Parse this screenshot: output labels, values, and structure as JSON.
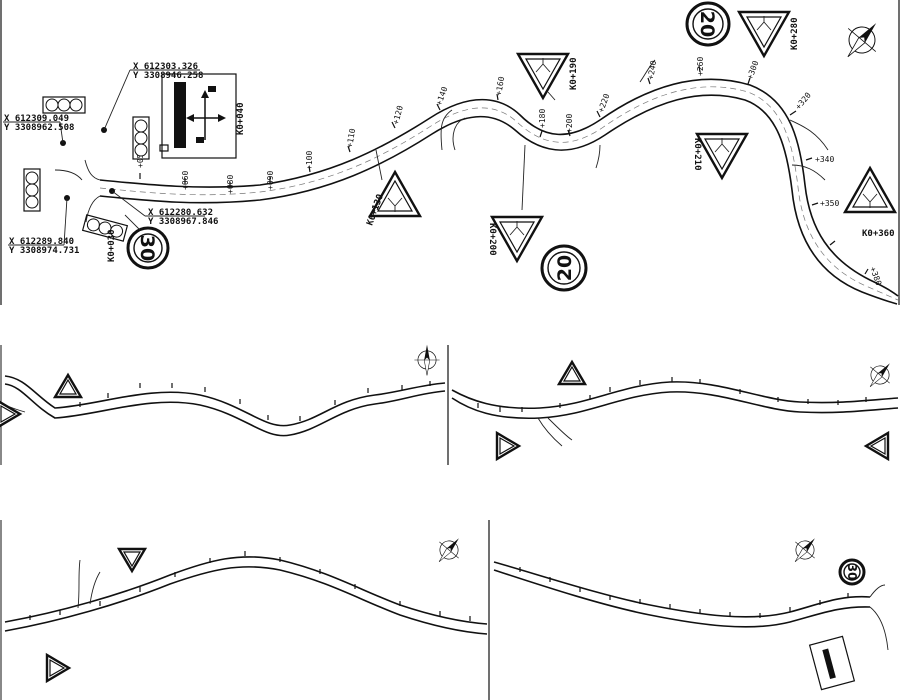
{
  "plan_main": {
    "coord_1": {
      "x": "X 612303.326",
      "y": "Y 3308946.258"
    },
    "coord_2": {
      "x": "X 612309.049",
      "y": "Y 3308962.508"
    },
    "coord_3": {
      "x": "X 612280.632",
      "y": "Y 3308967.846"
    },
    "coord_4": {
      "x": "X 612289.840",
      "y": "Y 3308974.731"
    },
    "stations": [
      "K0+040",
      "K0+030",
      "K0+130",
      "K0+190",
      "K0+280",
      "K0+210",
      "K0+200",
      "K0+360"
    ],
    "speed_limits": [
      "30",
      "20",
      "20"
    ],
    "ticks_main": [
      "+050",
      "+060",
      "+080",
      "+090",
      "+100",
      "+110",
      "+120",
      "+140",
      "+160",
      "+180",
      "+200",
      "+220",
      "+240",
      "+260",
      "+300",
      "+320",
      "+340",
      "+350",
      "+380"
    ]
  },
  "plan_small": {
    "speed_limit": "30"
  },
  "icons": [
    "north-arrow-icon",
    "warning-triangle-icon",
    "speed-limit-icon",
    "traffic-signal-icon",
    "guide-sign-icon"
  ]
}
